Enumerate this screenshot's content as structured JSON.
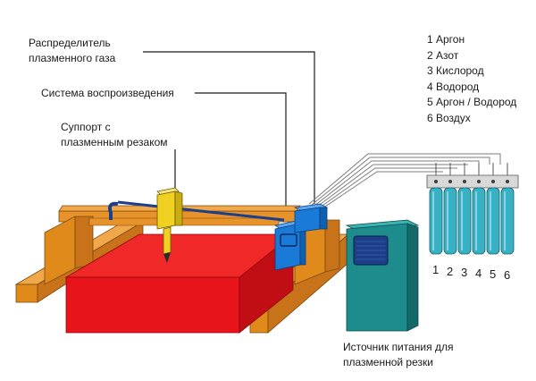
{
  "labels": {
    "gas_distributor": [
      "Распределитель",
      "плазменного газа"
    ],
    "playback_system": "Система воспроизведения",
    "carriage": [
      "Суппорт с",
      "плазменным резаком"
    ],
    "power_source": [
      "Источник питания для",
      "плазменной резки"
    ]
  },
  "gases": [
    "1 Аргон",
    "2 Азот",
    "3 Кислород",
    "4 Водород",
    "5 Аргон / Водород",
    "6 Воздух"
  ],
  "cylinder_numbers": [
    "1",
    "2",
    "3",
    "4",
    "5",
    "6"
  ],
  "colors": {
    "table": "#e8141c",
    "frame": "#e08a1c",
    "torch": "#f0d020",
    "control_box": "#1a7ad8",
    "power_unit": "#1e8c8c",
    "cylinders": "#3ab0c4"
  }
}
